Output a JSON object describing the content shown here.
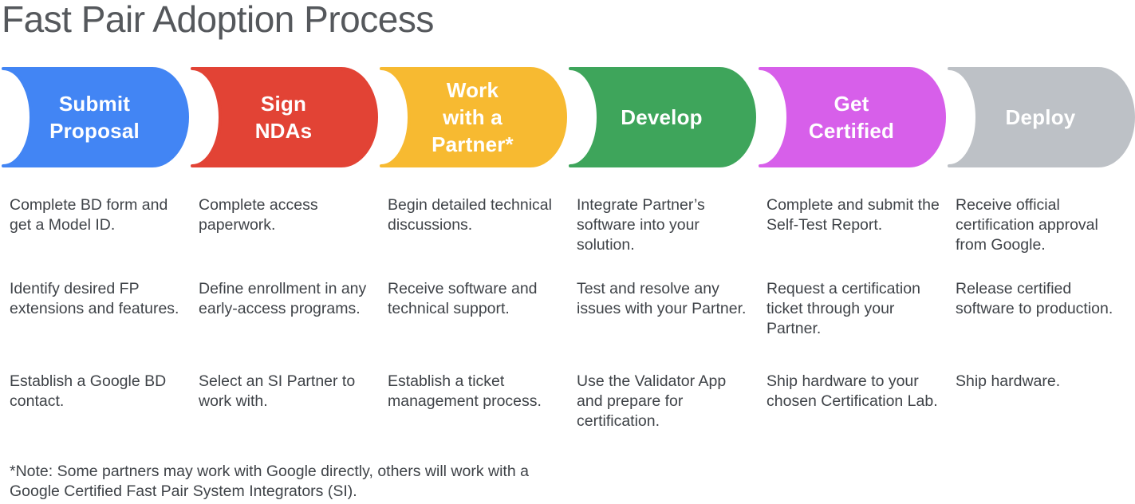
{
  "page": {
    "title": "Fast Pair Adoption Process",
    "background_color": "#FFFFFF",
    "title_color": "#55585C",
    "body_text_color": "#3F4348",
    "step_label_color": "#FFFFFF"
  },
  "steps": [
    {
      "name": "Submit Proposal",
      "title_lines": [
        "Submit",
        "Proposal"
      ],
      "color": "#4285F4",
      "bullets": [
        "Complete BD form and get a Model ID.",
        "Identify desired FP extensions and features.",
        "Establish a Google BD contact."
      ]
    },
    {
      "name": "Sign NDAs",
      "title_lines": [
        "Sign",
        "NDAs"
      ],
      "color": "#E24335",
      "bullets": [
        "Complete access paperwork.",
        "Define enrollment in any early-access programs.",
        "Select an SI Partner to work with."
      ]
    },
    {
      "name": "Work with a Partner*",
      "title_lines": [
        "Work",
        "with a",
        "Partner*"
      ],
      "color": "#F7BA31",
      "bullets": [
        "Begin detailed technical discussions.",
        "Receive software and technical support.",
        "Establish a ticket management process."
      ]
    },
    {
      "name": "Develop",
      "title_lines": [
        "Develop"
      ],
      "color": "#3EA55B",
      "bullets": [
        "Integrate Partner’s software into your solution.",
        "Test and resolve any issues with your Partner.",
        "Use the Validator App and prepare for certification."
      ]
    },
    {
      "name": "Get Certified",
      "title_lines": [
        "Get",
        "Certified"
      ],
      "color": "#D75FEA",
      "bullets": [
        "Complete and submit the Self-Test Report.",
        "Request a certification ticket through your Partner.",
        "Ship hardware to your chosen Certification Lab."
      ]
    },
    {
      "name": "Deploy",
      "title_lines": [
        "Deploy"
      ],
      "color": "#BDC1C6",
      "bullets": [
        "Receive official certification approval from Google.",
        "Release certified software to production.",
        "Ship hardware."
      ]
    }
  ],
  "footnote": "*Note: Some partners may work with Google directly, others will work with a Google Certified Fast Pair System Integrators (SI)."
}
